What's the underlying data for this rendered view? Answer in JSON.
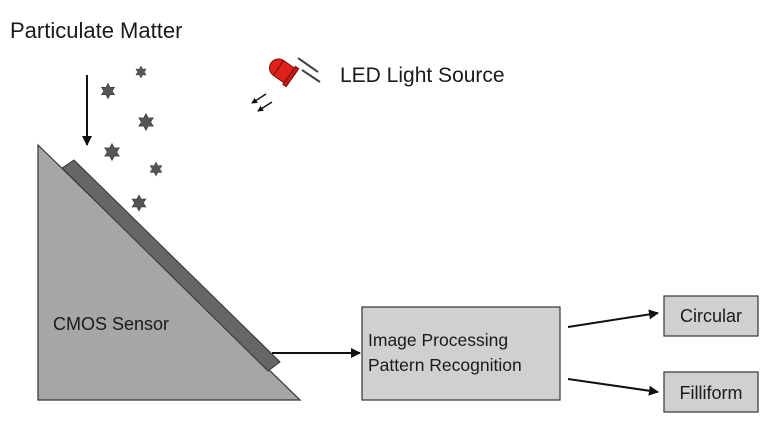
{
  "labels": {
    "particulate_matter": "Particulate Matter",
    "led_light_source": "LED Light Source",
    "cmos_sensor": "CMOS Sensor",
    "processing_line1": "Image Processing",
    "processing_line2": "Pattern Recognition",
    "output_circular": "Circular",
    "output_filliform": "Filliform"
  },
  "colors": {
    "triangle_fill": "#a6a6a6",
    "sensor_strip": "#666666",
    "box_fill": "#d0d0d0",
    "particle": "#555555",
    "led_red": "#e0201a"
  },
  "icons": {
    "particle": "star-particle-icon",
    "led": "led-icon"
  }
}
